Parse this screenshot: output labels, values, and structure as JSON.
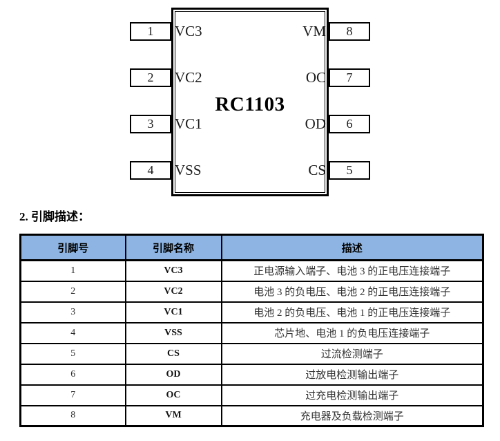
{
  "heading": "2. 引脚描述：",
  "chip": {
    "part_number": "RC1103",
    "left_pins": [
      {
        "number": "1",
        "label": "VC3"
      },
      {
        "number": "2",
        "label": "VC2"
      },
      {
        "number": "3",
        "label": "VC1"
      },
      {
        "number": "4",
        "label": "VSS"
      }
    ],
    "right_pins": [
      {
        "number": "8",
        "label": "VM"
      },
      {
        "number": "7",
        "label": "OC"
      },
      {
        "number": "6",
        "label": "OD"
      },
      {
        "number": "5",
        "label": "CS"
      }
    ]
  },
  "pin_table": {
    "header_bg": "#8DB4E2",
    "headers": {
      "pin": "引脚号",
      "name": "引脚名称",
      "desc": "描述"
    },
    "rows": [
      {
        "pin": "1",
        "name": "VC3",
        "description": "正电源输入端子、电池 3 的正电压连接端子"
      },
      {
        "pin": "2",
        "name": "VC2",
        "description": "电池 3 的负电压、电池 2 的正电压连接端子"
      },
      {
        "pin": "3",
        "name": "VC1",
        "description": "电池 2 的负电压、电池 1 的正电压连接端子"
      },
      {
        "pin": "4",
        "name": "VSS",
        "description": "芯片地、电池 1 的负电压连接端子"
      },
      {
        "pin": "5",
        "name": "CS",
        "description": "过流检测端子"
      },
      {
        "pin": "6",
        "name": "OD",
        "description": "过放电检测输出端子"
      },
      {
        "pin": "7",
        "name": "OC",
        "description": "过充电检测输出端子"
      },
      {
        "pin": "8",
        "name": "VM",
        "description": "充电器及负载检测端子"
      }
    ]
  }
}
